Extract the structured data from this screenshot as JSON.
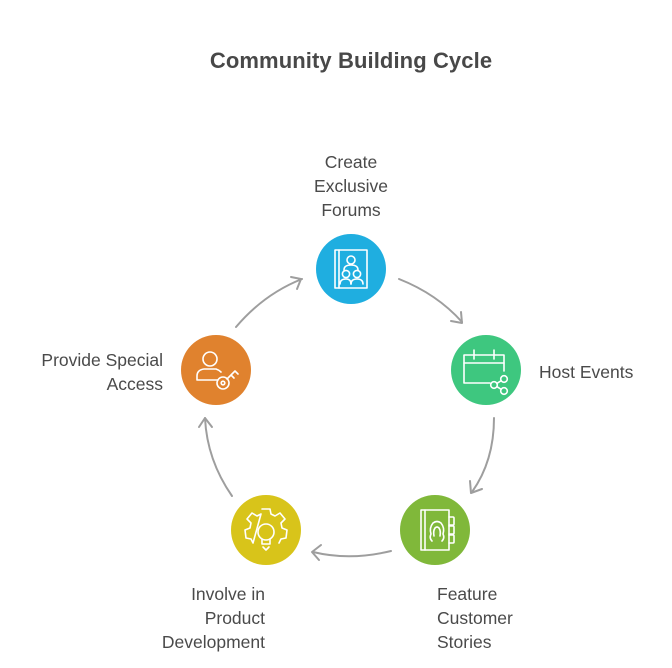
{
  "title": "Community Building Cycle",
  "steps": [
    {
      "id": "create-exclusive-forums",
      "label_lines": [
        "Create",
        "Exclusive",
        "Forums"
      ],
      "color": "#1faee0",
      "icon": "forum-group-icon"
    },
    {
      "id": "host-events",
      "label_lines": [
        "Host Events"
      ],
      "color": "#3ec77f",
      "icon": "calendar-share-icon"
    },
    {
      "id": "feature-customer-stories",
      "label_lines": [
        "Feature",
        "Customer",
        "Stories"
      ],
      "color": "#80b83a",
      "icon": "contact-book-icon"
    },
    {
      "id": "involve-in-product-development",
      "label_lines": [
        "Involve in",
        "Product",
        "Development"
      ],
      "color": "#d8c41a",
      "icon": "gear-lightbulb-icon"
    },
    {
      "id": "provide-special-access",
      "label_lines": [
        "Provide Special",
        "Access"
      ],
      "color": "#e0822e",
      "icon": "user-key-icon"
    }
  ],
  "arrow_color": "#9e9e9e"
}
